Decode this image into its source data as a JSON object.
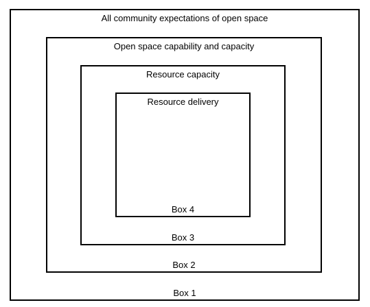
{
  "diagram": {
    "boxes": [
      {
        "title": "All community expectations of open space",
        "label": "Box 1"
      },
      {
        "title": "Open space capability and capacity",
        "label": "Box 2"
      },
      {
        "title": "Resource capacity",
        "label": "Box 3"
      },
      {
        "title": "Resource delivery",
        "label": "Box 4"
      }
    ],
    "colors": {
      "border": "#000000",
      "background": "#ffffff",
      "text": "#000000"
    }
  }
}
